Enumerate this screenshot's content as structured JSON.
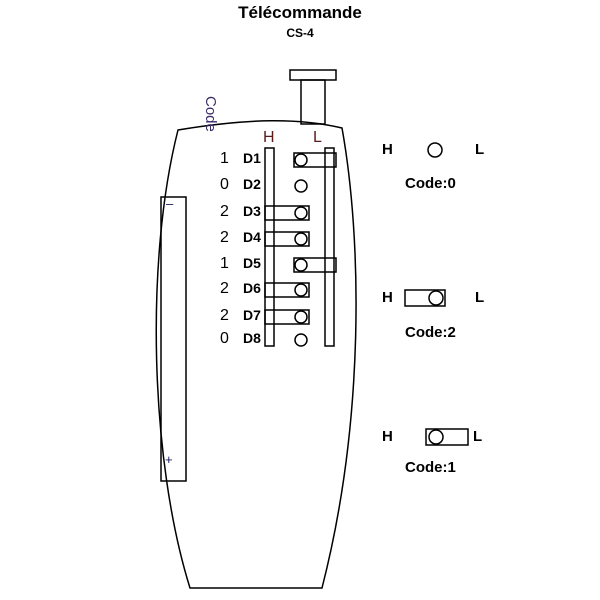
{
  "title": "Télécommande",
  "subtitle": "CS-4",
  "code_header": "Code",
  "column_h": "H",
  "column_l": "L",
  "minus": "–",
  "plus": "+",
  "switches": [
    {
      "label": "D1",
      "code": "1",
      "state": "L"
    },
    {
      "label": "D2",
      "code": "0",
      "state": "0"
    },
    {
      "label": "D3",
      "code": "2",
      "state": "H"
    },
    {
      "label": "D4",
      "code": "2",
      "state": "H"
    },
    {
      "label": "D5",
      "code": "1",
      "state": "L"
    },
    {
      "label": "D6",
      "code": "2",
      "state": "H"
    },
    {
      "label": "D7",
      "code": "2",
      "state": "H"
    },
    {
      "label": "D8",
      "code": "0",
      "state": "0"
    }
  ],
  "legend": [
    {
      "h": "H",
      "l": "L",
      "code": "Code:0",
      "state": "0"
    },
    {
      "h": "H",
      "l": "L",
      "code": "Code:2",
      "state": "H"
    },
    {
      "h": "H",
      "l": "L",
      "code": "Code:1",
      "state": "L"
    }
  ],
  "colors": {
    "line": "#000000",
    "code_header": "#3a2a66",
    "h_label": "#5a1a1a"
  }
}
